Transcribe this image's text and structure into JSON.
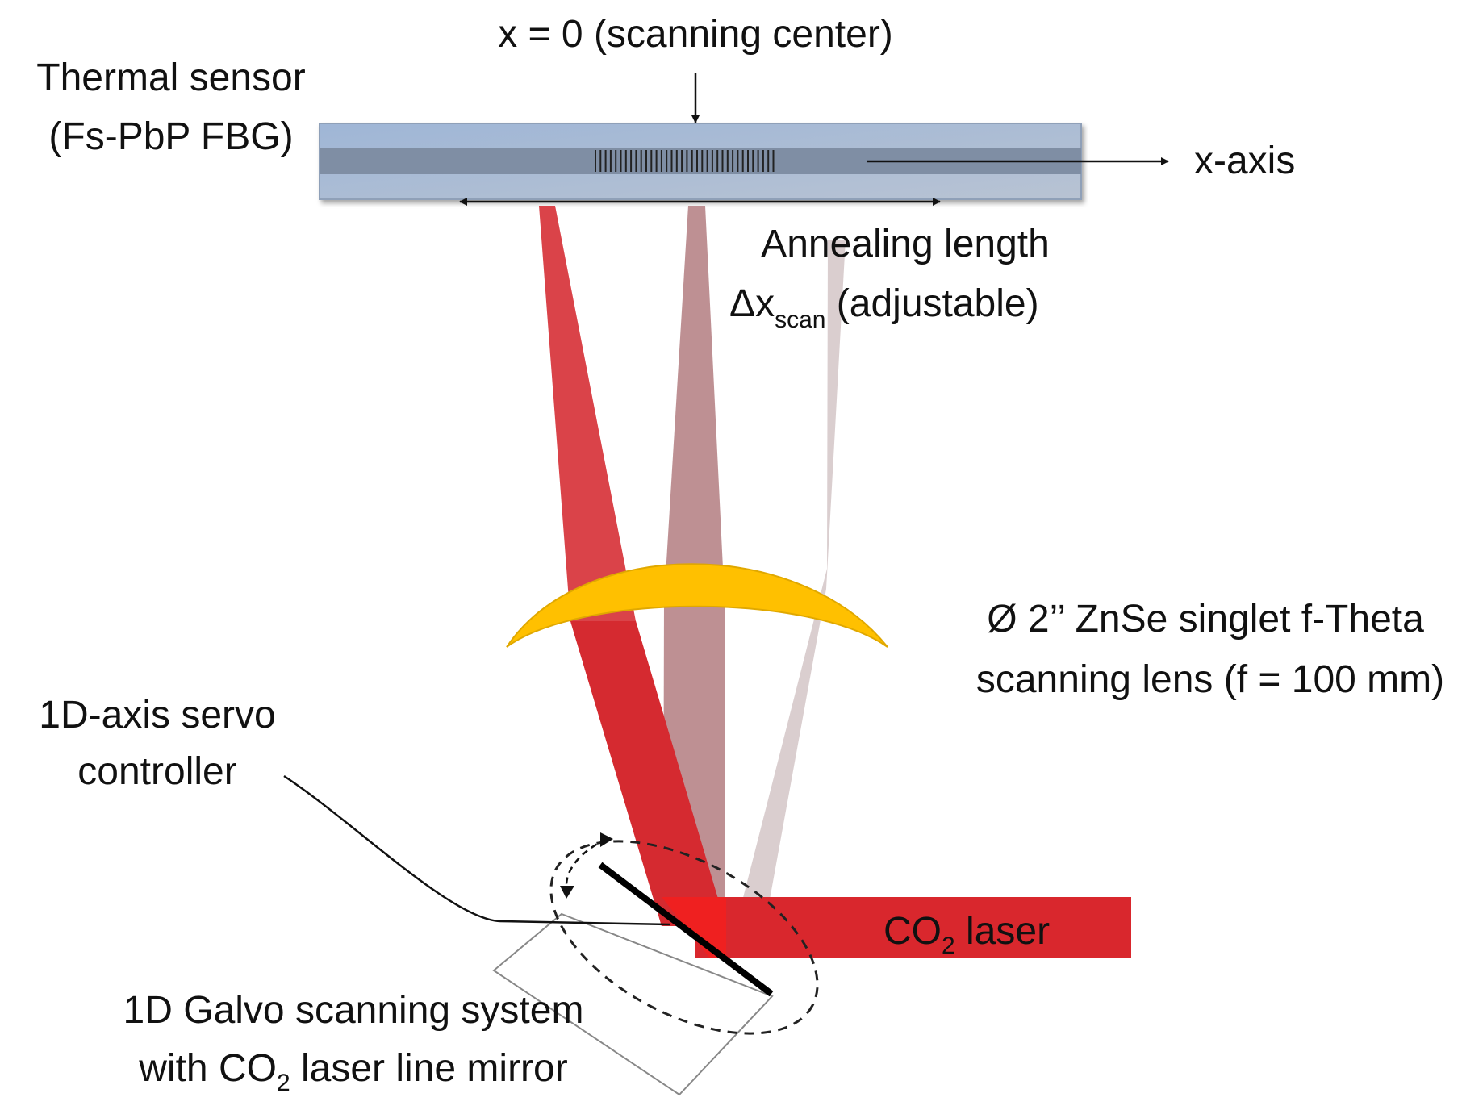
{
  "labels": {
    "center": "x = 0 (scanning center)",
    "sensor_line1": "Thermal sensor",
    "sensor_line2": "(Fs-PbP FBG)",
    "x_axis": "x-axis",
    "annealing_line1": "Annealing length",
    "annealing_delta": "Δx",
    "annealing_sub": "scan",
    "annealing_tail": " (adjustable)",
    "lens_line1": "Ø 2’’ ZnSe singlet f-Theta",
    "lens_line2": "scanning lens (f = 100 mm)",
    "servo_line1": "1D-axis servo",
    "servo_line2": "controller",
    "laser_main": "CO",
    "laser_sub": "2",
    "laser_tail": " laser",
    "galvo_line1": "1D Galvo scanning system",
    "galvo_line2_a": "with CO",
    "galvo_line2_sub": "2",
    "galvo_line2_b": " laser line mirror"
  },
  "colors": {
    "fiber_cladding": "#a4b7d3",
    "fiber_core": "#7e8da3",
    "lens": "#ffc000",
    "beam_primary": "#d9272d",
    "beam_mid": "#bb8a8d",
    "beam_light": "#d9cfd0",
    "laser": "#d9272d"
  }
}
